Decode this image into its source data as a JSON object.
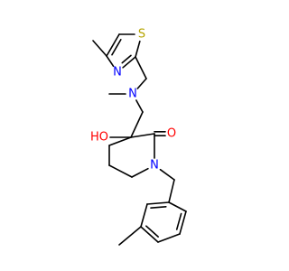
{
  "molecule": {
    "atoms": [
      {
        "id": "S1",
        "label": "S",
        "color": "#b5a400"
      },
      {
        "id": "N1",
        "label": "N",
        "color": "#0000ff"
      },
      {
        "id": "N2",
        "label": "N",
        "color": "#0000ff"
      },
      {
        "id": "O1",
        "label": "HO",
        "color": "#ff0000"
      },
      {
        "id": "O2",
        "label": "O",
        "color": "#ff0000"
      },
      {
        "id": "N3",
        "label": "N",
        "color": "#0000ff"
      }
    ]
  }
}
